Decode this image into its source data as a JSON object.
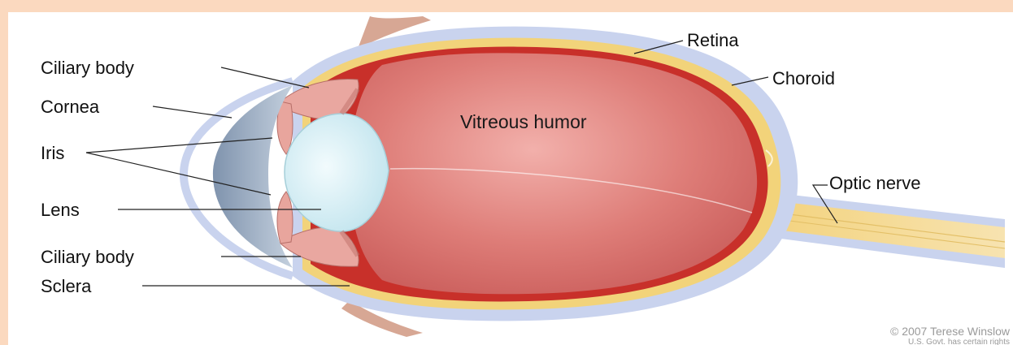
{
  "diagram": {
    "labels": {
      "ciliary_body_top": "Ciliary body",
      "cornea": "Cornea",
      "iris": "Iris",
      "lens": "Lens",
      "ciliary_body_bottom": "Ciliary body",
      "sclera": "Sclera",
      "retina": "Retina",
      "choroid": "Choroid",
      "optic_nerve": "Optic nerve",
      "vitreous_humor": "Vitreous humor"
    },
    "credit": {
      "line1": "© 2007 Terese Winslow",
      "line2": "U.S. Govt. has certain rights"
    }
  },
  "colors": {
    "frame": "#fbd9bf",
    "vitreous": "#d96a6a",
    "choroid": "#c8302a",
    "retina": "#f2d37a",
    "sclera": "#c9d3ee",
    "lens": "#dff4f8",
    "cornea": "#9fb0c6",
    "iris": "#e8a59d"
  }
}
